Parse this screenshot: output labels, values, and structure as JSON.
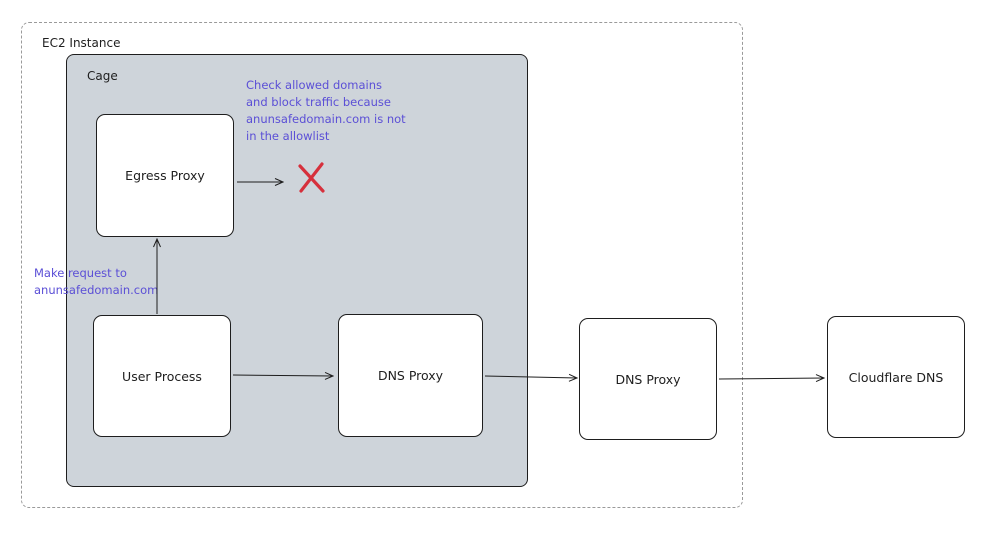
{
  "containers": {
    "ec2": {
      "label": "EC2 Instance"
    },
    "cage": {
      "label": "Cage"
    }
  },
  "nodes": {
    "egress_proxy": "Egress Proxy",
    "user_process": "User Process",
    "dns_proxy_inner": "DNS Proxy",
    "dns_proxy_outer": "DNS Proxy",
    "cloudflare_dns": "Cloudflare DNS"
  },
  "annotations": {
    "block_note": [
      "Check allowed domains",
      "and block traffic because",
      "anunsafedomain.com is not",
      "in the allowlist"
    ],
    "request_note": [
      "Make request to",
      "anunsafedomain.com"
    ]
  },
  "colors": {
    "cage_fill": "#ced4da",
    "annotation_text": "#5b4fd6",
    "blocked_mark": "#d6303c",
    "stroke": "#1e1e1e"
  },
  "icons": {
    "blocked": "x-mark-icon"
  }
}
